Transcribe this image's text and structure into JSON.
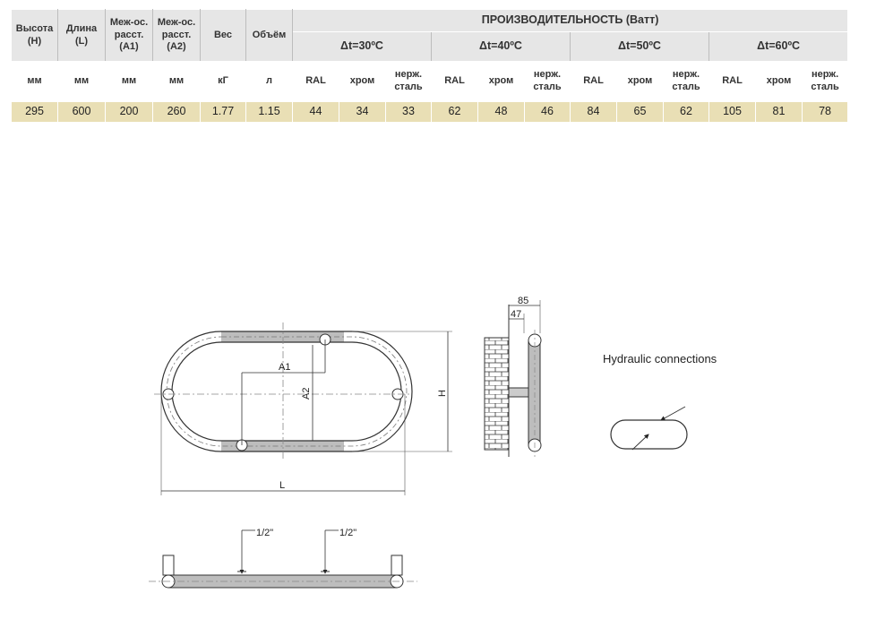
{
  "table": {
    "header_performance": "ПРОИЗВОДИТЕЛЬНОСТЬ (Ватт)",
    "columns": [
      {
        "name": "Высота",
        "sub": "(H)",
        "unit": "мм"
      },
      {
        "name": "Длина",
        "sub": "(L)",
        "unit": "мм"
      },
      {
        "name": "Меж-ос. расст.",
        "sub": "(A1)",
        "unit": "мм"
      },
      {
        "name": "Меж-ос. расст.",
        "sub": "(A2)",
        "unit": "мм"
      },
      {
        "name": "Вес",
        "sub": "",
        "unit": "кГ"
      },
      {
        "name": "Объём",
        "sub": "",
        "unit": "л"
      }
    ],
    "deltas": [
      "Δt=30ºC",
      "Δt=40ºC",
      "Δt=50ºC",
      "Δt=60ºC"
    ],
    "finishes": [
      "RAL",
      "хром",
      "нерж. сталь"
    ],
    "values": [
      "295",
      "600",
      "200",
      "260",
      "1.77",
      "1.15",
      "44",
      "34",
      "33",
      "62",
      "48",
      "46",
      "84",
      "65",
      "62",
      "105",
      "81",
      "78"
    ]
  },
  "drawing": {
    "label_a1": "A1",
    "label_a2": "A2",
    "label_h": "H",
    "label_l": "L",
    "dim_85": "85",
    "dim_47": "47",
    "hydraulic_label": "Hydraulic connections",
    "pipe_size_1": "1/2\"",
    "pipe_size_2": "1/2\""
  }
}
